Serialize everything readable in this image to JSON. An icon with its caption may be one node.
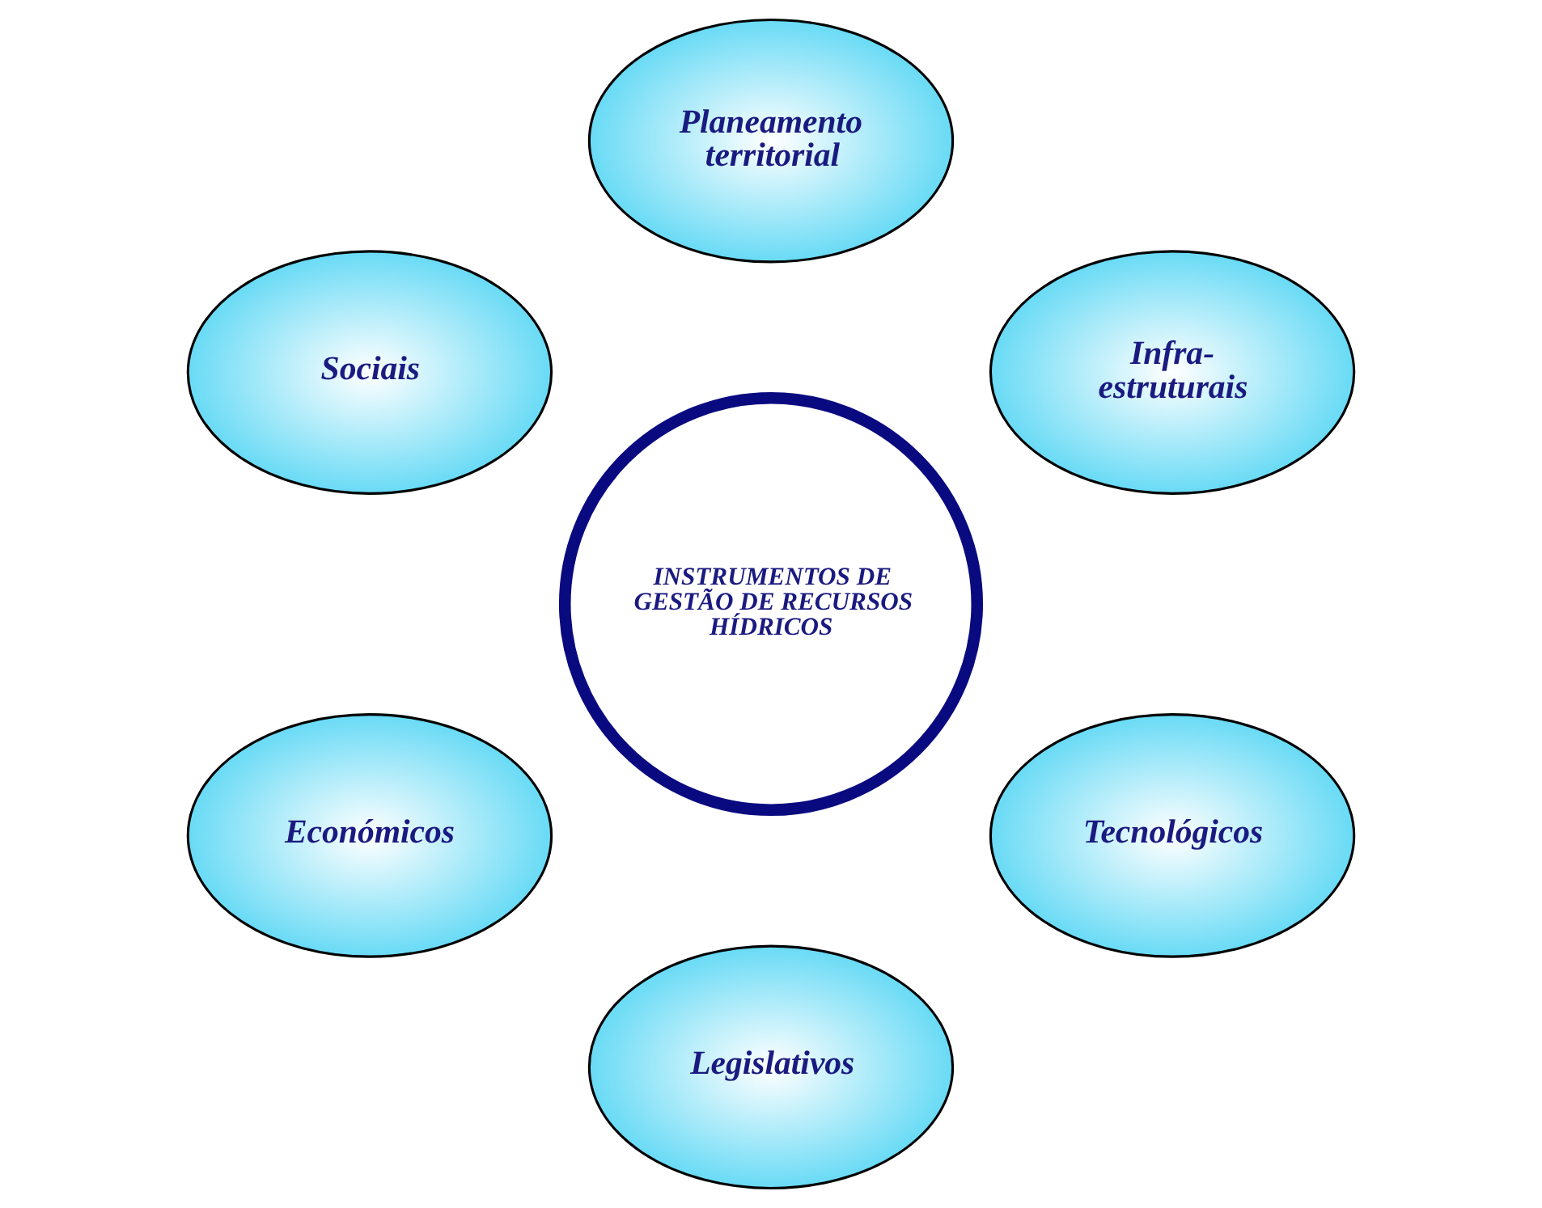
{
  "diagram": {
    "nodes": [
      {
        "text": [
          "INSTRUMENTOS DE GESTÃO DE RECURSOS HÍDRICOS"
        ]
      },
      {
        "text": [
          "Infra- estruturais"
        ]
      },
      {
        "text": [
          "Planeamento territorial"
        ]
      },
      {
        "text": [
          "Sociais"
        ]
      },
      {
        "text": [
          "Económicos"
        ]
      },
      {
        "text": [
          "Legislativos"
        ]
      },
      {
        "text": [
          "Tecnológicos"
        ]
      }
    ]
  }
}
